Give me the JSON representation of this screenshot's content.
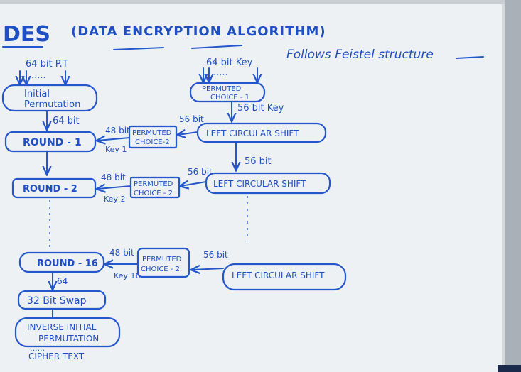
{
  "title": "DES",
  "subtitle": "(DATA ENCRYPTION ALGORITHM)",
  "note": "Follows Feistel structure",
  "left_column": {
    "input_label": "64 bit P.T",
    "input_dots": ".....",
    "initial_permutation": [
      "Initial",
      "Permutation"
    ],
    "ip_output": "64 bit",
    "round_1": "ROUND - 1",
    "round_2": "ROUND - 2",
    "round_16": "ROUND - 16",
    "swap_input": "64",
    "swap": "32 Bit Swap",
    "inverse_ip": [
      "INVERSE INITIAL",
      "PERMUTATION"
    ],
    "output_dots": "......",
    "output_label": "CIPHER TEXT"
  },
  "key_column": {
    "input_label": "64 bit Key",
    "input_dots": ".....",
    "pc1": [
      "PERMUTED",
      "CHOICE - 1"
    ],
    "pc1_output": "56 bit Key",
    "lcs_1": "LEFT CIRCULAR SHIFT",
    "between_shifts": "56 bit",
    "lcs_2": "LEFT CIRCULAR SHIFT",
    "lcs_16": "LEFT CIRCULAR SHIFT"
  },
  "middle_column": {
    "pc2_1": [
      "PERMUTED",
      "CHOICE-2"
    ],
    "pc2_2": [
      "PERMUTED",
      "CHOICE - 2"
    ],
    "pc2_16": [
      "PERMUTED",
      "CHOICE - 2"
    ],
    "bits_56_1": "56 bit",
    "bits_48_1": "48 bit",
    "key_1": "Key 1",
    "bits_56_2": "56 bit",
    "bits_48_2": "48 bit",
    "key_2": "Key 2",
    "bits_56_16": "56 bit",
    "bits_48_16": "48 bit",
    "key_16": "Key 16"
  }
}
